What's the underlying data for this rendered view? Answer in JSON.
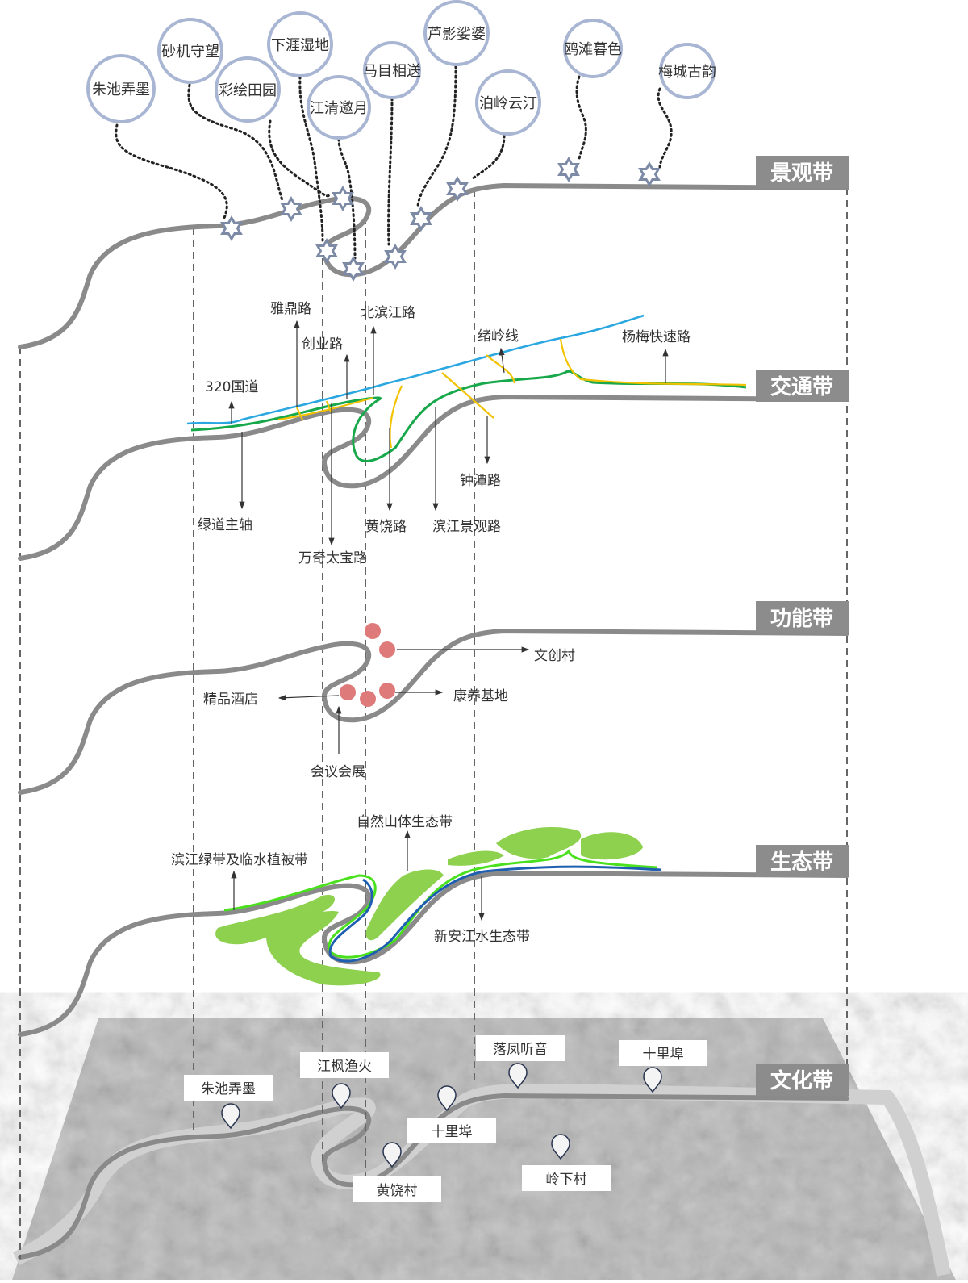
{
  "bands": {
    "landscape": "景观带",
    "traffic": "交通带",
    "function": "功能带",
    "ecology": "生态带",
    "culture": "文化带"
  },
  "landscape_spots": [
    "朱池弄墨",
    "砂机守望",
    "彩绘田园",
    "下涯湿地",
    "江清邀月",
    "马目相送",
    "芦影娑婆",
    "泊岭云汀",
    "鸥滩暮色",
    "梅城古韵"
  ],
  "roads": {
    "yading": "雅鼎路",
    "beibinjiang": "北滨江路",
    "chuangye": "创业路",
    "xuling": "绪岭线",
    "yangmei": "杨梅快速路",
    "g320": "320国道",
    "greenway": "绿道主轴",
    "wanqi": "万奇太宝路",
    "huangrao": "黄饶路",
    "binjiang": "滨江景观路",
    "zhongtan": "钟潭路"
  },
  "functions": {
    "wenchuang": "文创村",
    "hotel": "精品酒店",
    "kangyang": "康养基地",
    "meeting": "会议会展"
  },
  "ecology": {
    "mountain": "自然山体生态带",
    "riverside": "滨江绿带及临水植被带",
    "water": "新安江水生态带"
  },
  "culture_places": [
    "朱池弄墨",
    "江枫渔火",
    "落凤听音",
    "十里埠",
    "十里埠",
    "黄饶村",
    "岭下村"
  ],
  "colors": {
    "band_tab": "#8c8c8c",
    "bubble": "#a9b6d3",
    "star": "#7d8aa6",
    "road_blue": "#2aa7e0",
    "road_green": "#16a84a",
    "road_yellow": "#f2c200",
    "function_dot": "#df7a7a",
    "eco_green": "#8dd14f",
    "eco_line": "#4be01e",
    "water_blue": "#1f5fb0"
  }
}
